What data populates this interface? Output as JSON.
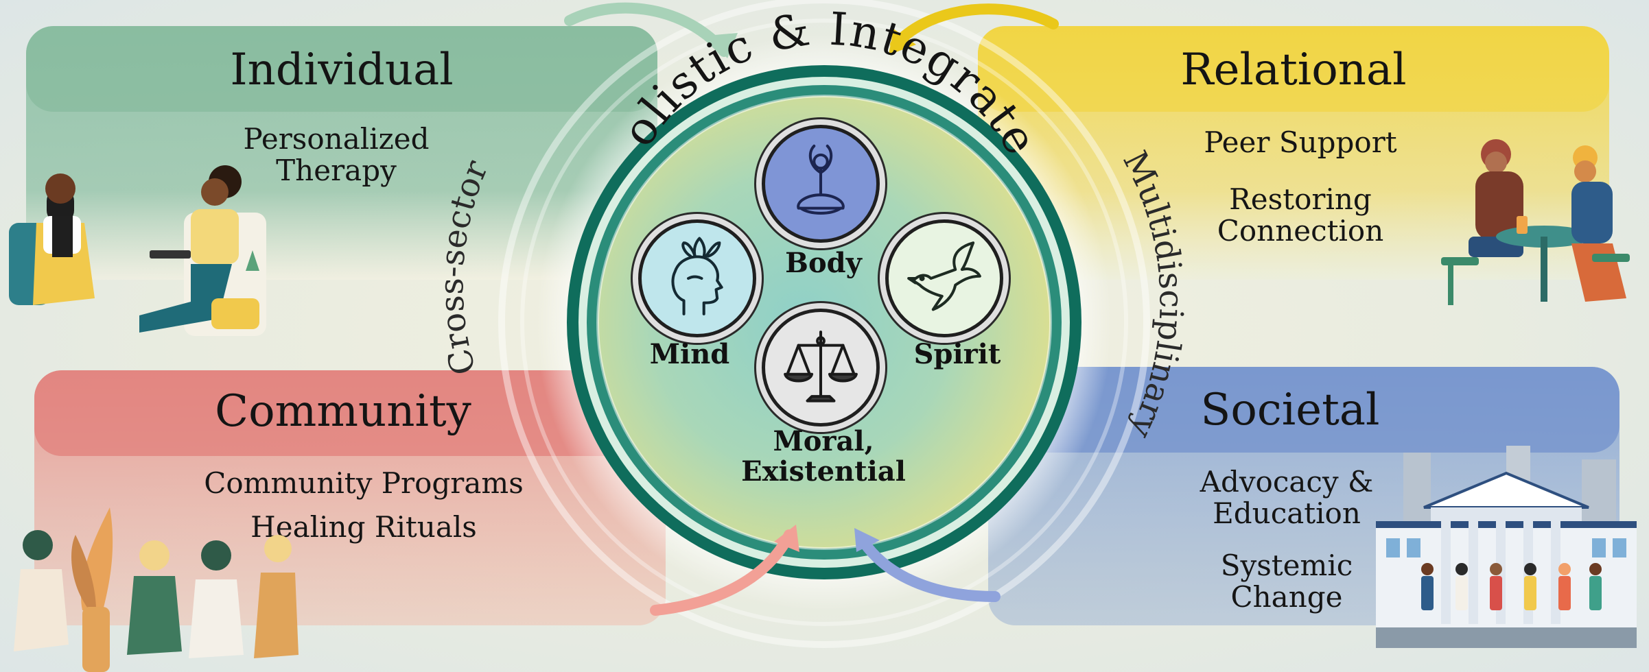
{
  "colors": {
    "individual": "#8fc1a6",
    "relational": "#f2d74a",
    "community": "#e58b86",
    "societal": "#7f9fd3",
    "center_ring": "#0d6b5a",
    "body_emblem": "#7f95d6",
    "mind_emblem": "#bfe6ec",
    "spirit_emblem": "#e8f4e2",
    "moral_emblem": "#e6e6e6"
  },
  "diagram": {
    "center_title": "Holistic & Integrated",
    "left_arc_label": "Cross-sector",
    "right_arc_label": "Multidisciplinary"
  },
  "center": {
    "body": "Body",
    "mind": "Mind",
    "spirit": "Spirit",
    "moral": "Moral,",
    "existential": "Existential"
  },
  "panels": {
    "individual": {
      "title": "Individual",
      "item1_line1": "Personalized",
      "item1_line2": "Therapy"
    },
    "relational": {
      "title": "Relational",
      "item1": "Peer Support",
      "item2_line1": "Restoring",
      "item2_line2": "Connection"
    },
    "community": {
      "title": "Community",
      "item1": "Community Programs",
      "item2": "Healing Rituals"
    },
    "societal": {
      "title": "Societal",
      "item1_line1": "Advocacy &",
      "item1_line2": "Education",
      "item2_line1": "Systemic",
      "item2_line2": "Change"
    }
  },
  "icons": {
    "body": "yoga-meditation-icon",
    "mind": "head-lotus-icon",
    "spirit": "dove-icon",
    "moral": "scales-of-justice-icon"
  }
}
